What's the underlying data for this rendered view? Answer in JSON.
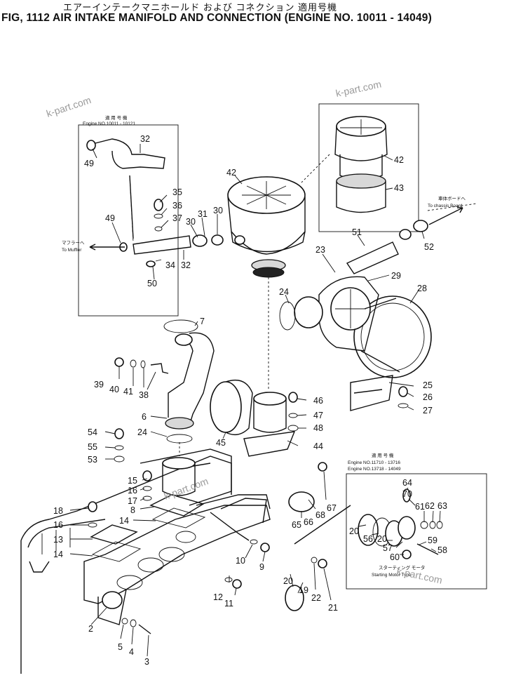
{
  "header": {
    "japanese_title": "エアーインテークマニホールド および コネクション 適用号機",
    "english_title": "FIG, 1112 AIR INTAKE MANIFOLD AND CONNECTION (ENGINE NO. 10011 - 14049)"
  },
  "watermarks": [
    "k-part.com",
    "k-part.com",
    "k-part.com",
    "k-part.com"
  ],
  "insets": {
    "top_left": {
      "jp": "適 用 号 機",
      "en": "Engine NO.10011 - 10121"
    },
    "bottom_right": {
      "jp": "適 用 号 機",
      "line1": "Engine NO.11710 - 13716",
      "line2": "Engine NO.13718 - 14049",
      "caption_jp": "スターティング モータ",
      "caption_en": "Starting Motor Type"
    }
  },
  "annotations": {
    "muffler_jp": "マフラーへ",
    "muffler_en": "To Muffler",
    "chassis_jp": "車体ボードへ",
    "chassis_en": "To chassis Board"
  },
  "callouts": [
    {
      "id": "c32a",
      "text": "32"
    },
    {
      "id": "c49a",
      "text": "49"
    },
    {
      "id": "c35",
      "text": "35"
    },
    {
      "id": "c36",
      "text": "36"
    },
    {
      "id": "c37",
      "text": "37"
    },
    {
      "id": "c30a",
      "text": "30"
    },
    {
      "id": "c31",
      "text": "31"
    },
    {
      "id": "c30b",
      "text": "30"
    },
    {
      "id": "c49b",
      "text": "49"
    },
    {
      "id": "c34",
      "text": "34"
    },
    {
      "id": "c32b",
      "text": "32"
    },
    {
      "id": "c50",
      "text": "50"
    },
    {
      "id": "c42a",
      "text": "42"
    },
    {
      "id": "c42b",
      "text": "42"
    },
    {
      "id": "c43",
      "text": "43"
    },
    {
      "id": "c51",
      "text": "51"
    },
    {
      "id": "c52",
      "text": "52"
    },
    {
      "id": "c23",
      "text": "23"
    },
    {
      "id": "c29",
      "text": "29"
    },
    {
      "id": "c28",
      "text": "28"
    },
    {
      "id": "c24a",
      "text": "24"
    },
    {
      "id": "c7",
      "text": "7"
    },
    {
      "id": "c39",
      "text": "39"
    },
    {
      "id": "c40",
      "text": "40"
    },
    {
      "id": "c41",
      "text": "41"
    },
    {
      "id": "c38",
      "text": "38"
    },
    {
      "id": "c6",
      "text": "6"
    },
    {
      "id": "c24b",
      "text": "24"
    },
    {
      "id": "c54",
      "text": "54"
    },
    {
      "id": "c55",
      "text": "55"
    },
    {
      "id": "c53",
      "text": "53"
    },
    {
      "id": "c46",
      "text": "46"
    },
    {
      "id": "c47",
      "text": "47"
    },
    {
      "id": "c48",
      "text": "48"
    },
    {
      "id": "c44",
      "text": "44"
    },
    {
      "id": "c45",
      "text": "45"
    },
    {
      "id": "c25",
      "text": "25"
    },
    {
      "id": "c26",
      "text": "26"
    },
    {
      "id": "c27",
      "text": "27"
    },
    {
      "id": "c15",
      "text": "15"
    },
    {
      "id": "c16a",
      "text": "16"
    },
    {
      "id": "c17",
      "text": "17"
    },
    {
      "id": "c8",
      "text": "8"
    },
    {
      "id": "c14a",
      "text": "14"
    },
    {
      "id": "c18",
      "text": "18"
    },
    {
      "id": "c16b",
      "text": "16"
    },
    {
      "id": "c13",
      "text": "13"
    },
    {
      "id": "c14b",
      "text": "14"
    },
    {
      "id": "c67",
      "text": "67"
    },
    {
      "id": "c68",
      "text": "68"
    },
    {
      "id": "c66",
      "text": "66"
    },
    {
      "id": "c65",
      "text": "65"
    },
    {
      "id": "c10",
      "text": "10"
    },
    {
      "id": "c9",
      "text": "9"
    },
    {
      "id": "c12",
      "text": "12"
    },
    {
      "id": "c11",
      "text": "11"
    },
    {
      "id": "c2",
      "text": "2"
    },
    {
      "id": "c5",
      "text": "5"
    },
    {
      "id": "c4",
      "text": "4"
    },
    {
      "id": "c3",
      "text": "3"
    },
    {
      "id": "c20a",
      "text": "20"
    },
    {
      "id": "c19",
      "text": "19"
    },
    {
      "id": "c22",
      "text": "22"
    },
    {
      "id": "c21",
      "text": "21"
    },
    {
      "id": "c64",
      "text": "64"
    },
    {
      "id": "c70",
      "text": "70"
    },
    {
      "id": "c61",
      "text": "61"
    },
    {
      "id": "c62",
      "text": "62"
    },
    {
      "id": "c63",
      "text": "63"
    },
    {
      "id": "c20b",
      "text": "20"
    },
    {
      "id": "c56",
      "text": "56"
    },
    {
      "id": "c20c",
      "text": "20"
    },
    {
      "id": "c59",
      "text": "59"
    },
    {
      "id": "c57",
      "text": "57"
    },
    {
      "id": "c60",
      "text": "60"
    },
    {
      "id": "c58",
      "text": "58"
    }
  ]
}
